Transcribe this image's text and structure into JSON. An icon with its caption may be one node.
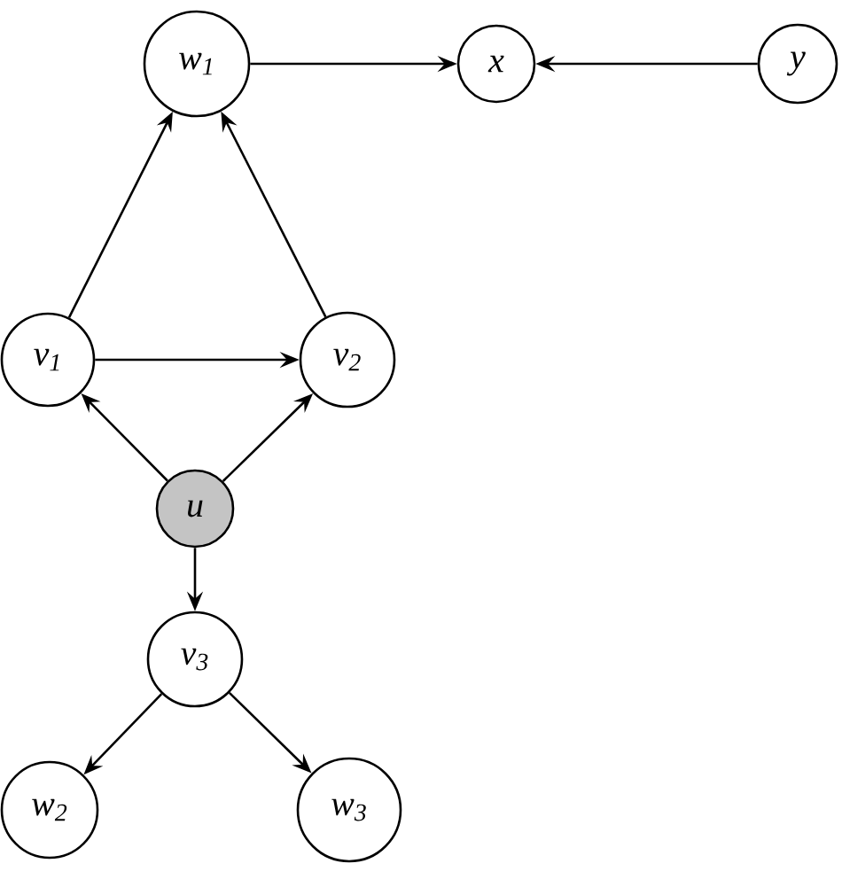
{
  "diagram": {
    "nodes": [
      {
        "text": [
          "w$_{1}$"
        ]
      },
      {
        "text": [
          "x"
        ]
      },
      {
        "text": [
          "y"
        ]
      },
      {
        "text": [
          "v$_{1}$"
        ]
      },
      {
        "text": [
          "v$_{2}$"
        ]
      },
      {
        "text": [
          "u"
        ]
      },
      {
        "text": [
          "v$_{3}$"
        ]
      },
      {
        "text": [
          "w$_{2}$"
        ]
      },
      {
        "text": [
          "w$_{3}$"
        ]
      }
    ],
    "edges": [
      {
        "from": 0,
        "to": 1,
        "arrow": "to"
      },
      {
        "from": 2,
        "to": 1,
        "arrow": "to"
      },
      {
        "from": 3,
        "to": 0,
        "arrow": "to"
      },
      {
        "from": 4,
        "to": 0,
        "arrow": "to"
      },
      {
        "from": 3,
        "to": 4,
        "arrow": "to"
      },
      {
        "from": 5,
        "to": 3,
        "arrow": "to"
      },
      {
        "from": 5,
        "to": 4,
        "arrow": "to"
      },
      {
        "from": 5,
        "to": 6,
        "arrow": "to"
      },
      {
        "from": 6,
        "to": 7,
        "arrow": "to"
      },
      {
        "from": 6,
        "to": 8,
        "arrow": "to"
      }
    ]
  }
}
